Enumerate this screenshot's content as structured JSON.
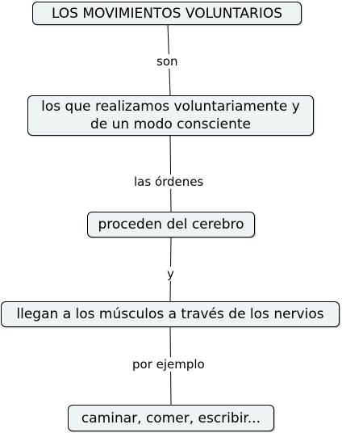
{
  "concept_map": {
    "nodes": [
      {
        "text": "LOS MOVIMIENTOS VOLUNTARIOS"
      },
      {
        "text": "los que realizamos voluntariamente y de un modo consciente"
      },
      {
        "text": "proceden del cerebro"
      },
      {
        "text": "llegan a los músculos a través de los nervios"
      },
      {
        "text": "caminar, comer, escribir..."
      }
    ],
    "links": [
      {
        "text": "son"
      },
      {
        "text": "las órdenes"
      },
      {
        "text": "y"
      },
      {
        "text": "por ejemplo"
      }
    ],
    "colors": {
      "node_fill": "#eef4f5",
      "node_border": "#000000",
      "line": "#000000"
    }
  }
}
